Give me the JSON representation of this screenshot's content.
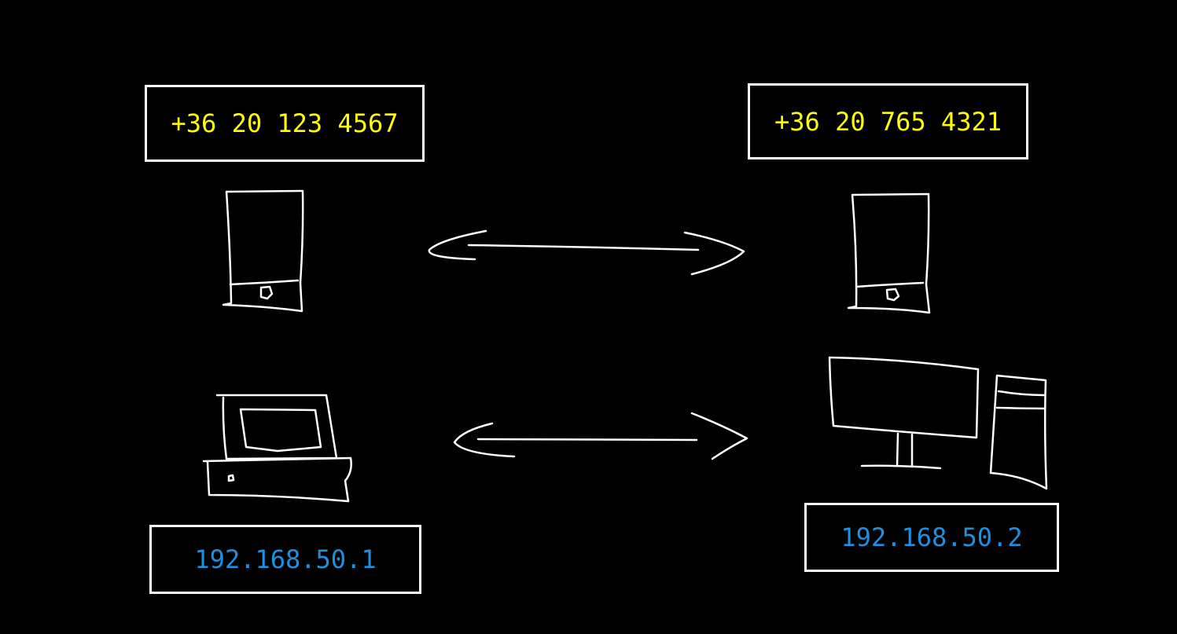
{
  "phone_numbers": {
    "left": "+36 20 123 4567",
    "right": "+36 20 765 4321"
  },
  "ip_addresses": {
    "left": "192.168.50.1",
    "right": "192.168.50.2"
  },
  "colors": {
    "background": "#000000",
    "stroke": "#ffffff",
    "phone_text": "#ffff00",
    "ip_text": "#1e90e0"
  },
  "icons": {
    "left_top": "mobile-phone-icon",
    "right_top": "mobile-phone-icon",
    "left_bottom": "laptop-computer-icon",
    "right_bottom": "desktop-computer-icon",
    "top_link": "double-arrow-icon",
    "bottom_link": "double-arrow-icon"
  }
}
